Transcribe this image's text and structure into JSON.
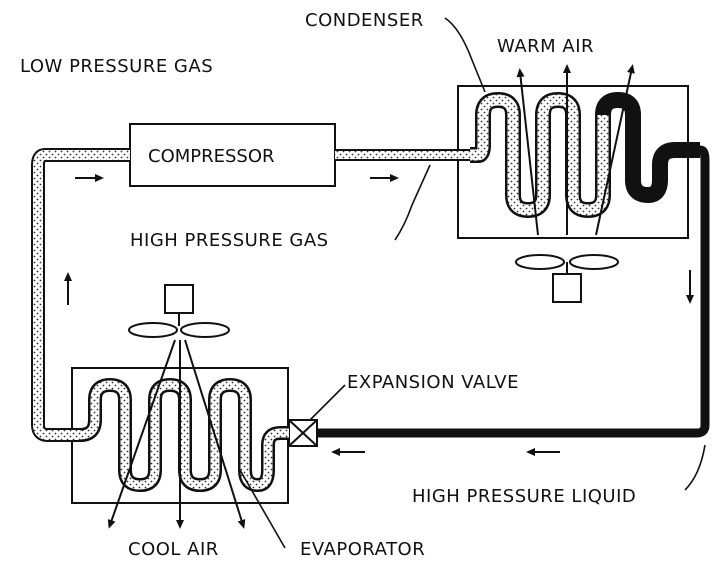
{
  "labels": {
    "low_pressure_gas": "LOW PRESSURE GAS",
    "condenser": "CONDENSER",
    "warm_air": "WARM AIR",
    "compressor": "COMPRESSOR",
    "high_pressure_gas": "HIGH PRESSURE GAS",
    "expansion_valve": "EXPANSION VALVE",
    "high_pressure_liquid": "HIGH PRESSURE LIQUID",
    "cool_air": "COOL AIR",
    "evaporator": "EVAPORATOR"
  },
  "colors": {
    "ink": "#111111",
    "paper": "#ffffff"
  }
}
